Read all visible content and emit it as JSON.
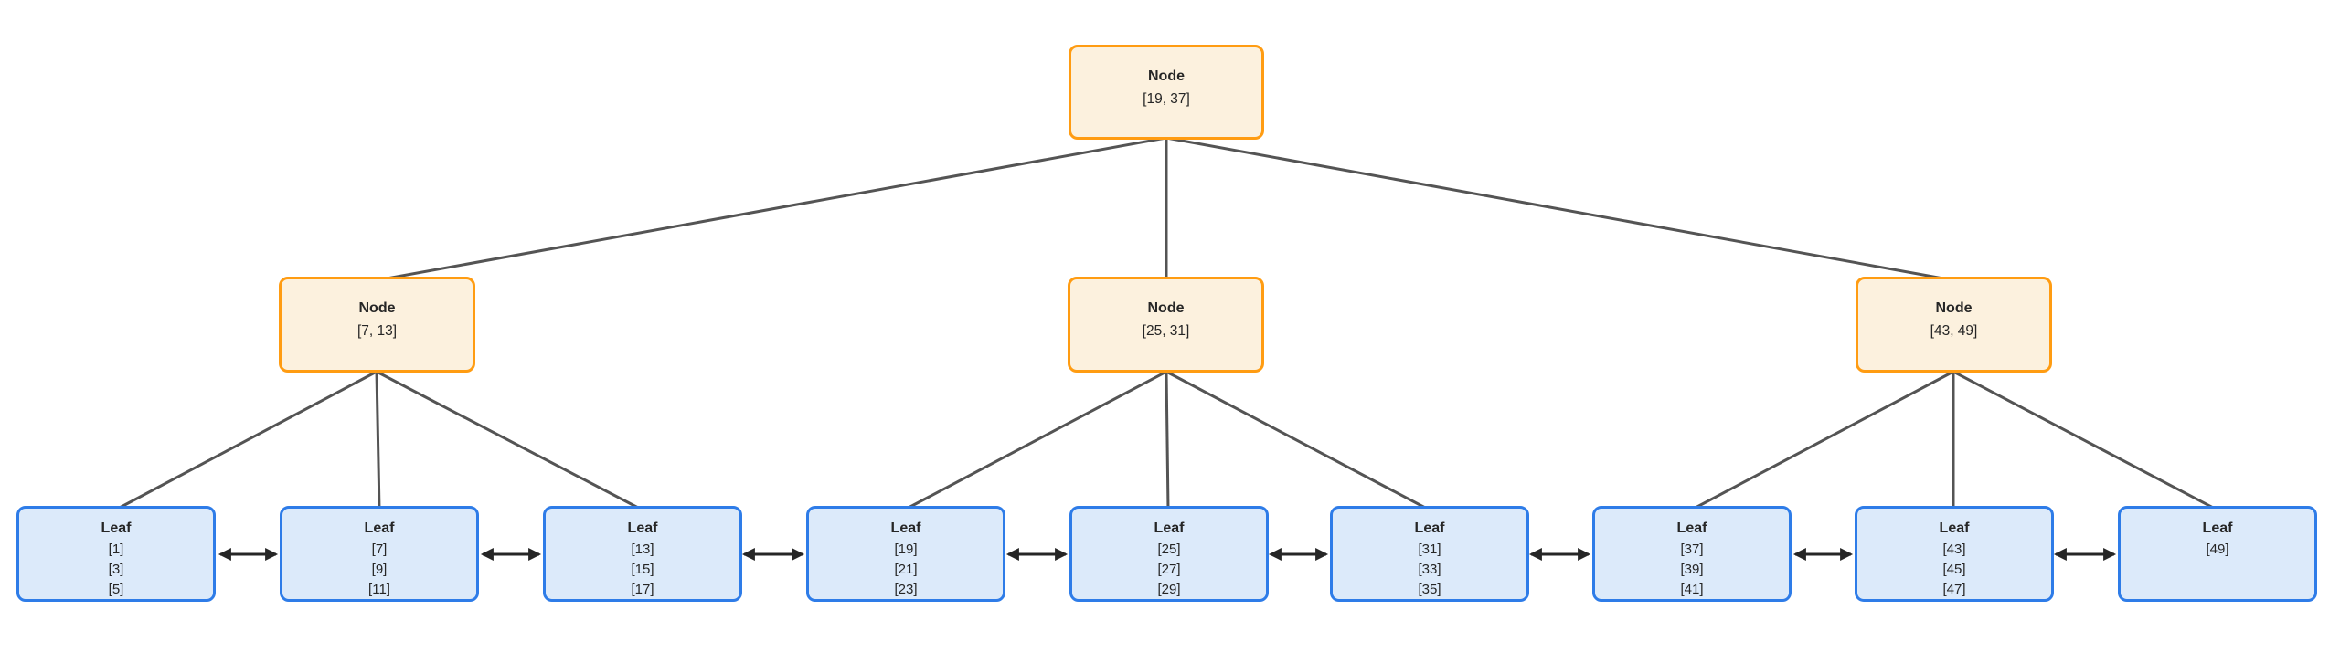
{
  "diagram": {
    "type": "b-plus-tree",
    "root": {
      "label": "Node",
      "keys": "[19, 37]"
    },
    "internal_nodes": [
      {
        "label": "Node",
        "keys": "[7, 13]"
      },
      {
        "label": "Node",
        "keys": "[25, 31]"
      },
      {
        "label": "Node",
        "keys": "[43, 49]"
      }
    ],
    "leaves": [
      {
        "label": "Leaf",
        "values": [
          "[1]",
          "[3]",
          "[5]"
        ]
      },
      {
        "label": "Leaf",
        "values": [
          "[7]",
          "[9]",
          "[11]"
        ]
      },
      {
        "label": "Leaf",
        "values": [
          "[13]",
          "[15]",
          "[17]"
        ]
      },
      {
        "label": "Leaf",
        "values": [
          "[19]",
          "[21]",
          "[23]"
        ]
      },
      {
        "label": "Leaf",
        "values": [
          "[25]",
          "[27]",
          "[29]"
        ]
      },
      {
        "label": "Leaf",
        "values": [
          "[31]",
          "[33]",
          "[35]"
        ]
      },
      {
        "label": "Leaf",
        "values": [
          "[37]",
          "[39]",
          "[41]"
        ]
      },
      {
        "label": "Leaf",
        "values": [
          "[43]",
          "[45]",
          "[47]"
        ]
      },
      {
        "label": "Leaf",
        "values": [
          "[49]"
        ]
      }
    ],
    "colors": {
      "node_fill": "#FCF1DE",
      "node_stroke": "#FF9C12",
      "leaf_fill": "#DCEAFA",
      "leaf_stroke": "#2E7CE8",
      "edge": "#545454",
      "arrow": "#262626",
      "text": "#262626",
      "background": "#FFFFFF"
    }
  }
}
